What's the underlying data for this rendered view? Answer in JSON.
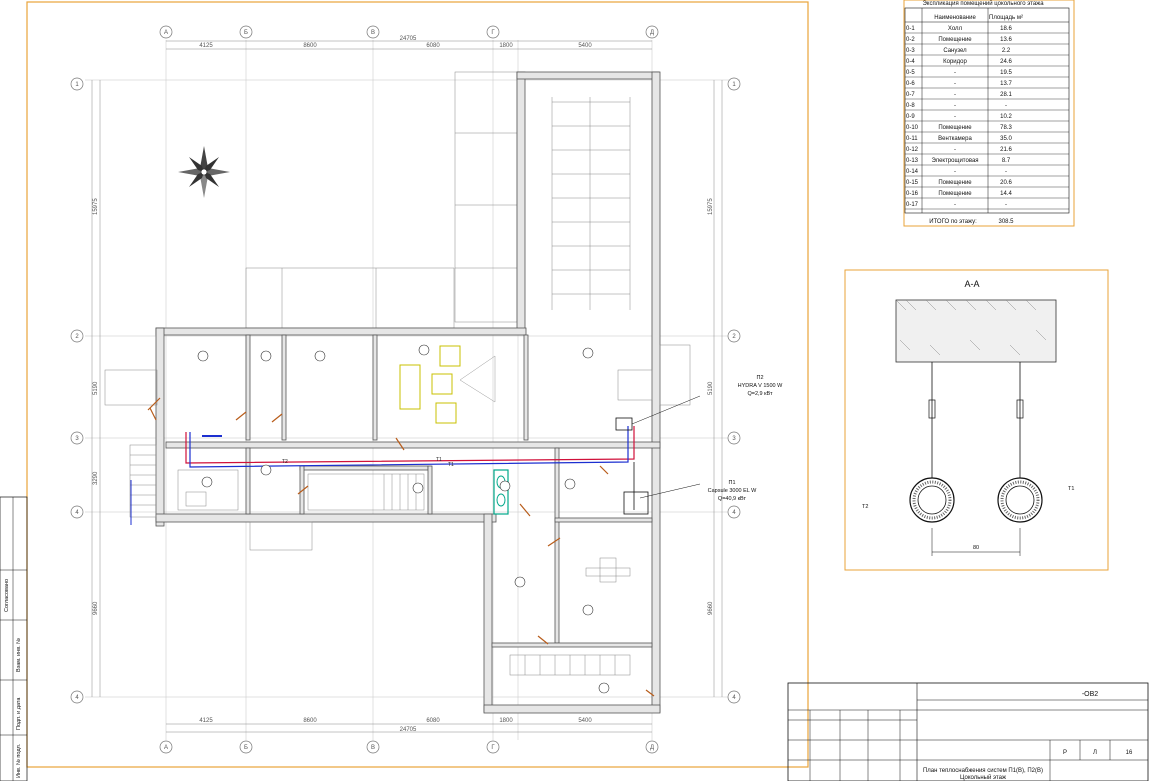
{
  "grid_axes": {
    "letters": [
      "А",
      "Б",
      "В",
      "Г",
      "Д"
    ],
    "numbers": [
      "1",
      "2",
      "3",
      "4"
    ]
  },
  "dimensions": {
    "top": [
      "4125",
      "8600",
      "24705",
      "6080",
      "1800",
      "5400"
    ],
    "bottom": [
      "4125",
      "8600",
      "24705",
      "6080",
      "1800",
      "5400"
    ],
    "left": [
      "15975",
      "5190",
      "3290",
      "9660"
    ],
    "right": [
      "15975",
      "5190",
      "9660"
    ]
  },
  "equipment": {
    "p2_tag": "П2",
    "p2_model": "HYDRA V 1500 W",
    "p2_power": "Q=2,9 кВт",
    "p1_tag": "П1",
    "p1_model": "Capsule 3000 EL W",
    "p1_power": "Q=40,9 кВт",
    "t1": "Т1",
    "t2": "Т2"
  },
  "explication": {
    "title": "Экспликация помещений цокольного этажа",
    "col_name": "Наименование",
    "col_area": "Площадь м²",
    "rows": [
      {
        "num": "0-1",
        "name": "Холл",
        "area": "18.6"
      },
      {
        "num": "0-2",
        "name": "Помещение",
        "area": "13.6"
      },
      {
        "num": "0-3",
        "name": "Санузел",
        "area": "2.2"
      },
      {
        "num": "0-4",
        "name": "Коридор",
        "area": "24.6"
      },
      {
        "num": "0-5",
        "name": "-",
        "area": "19.5"
      },
      {
        "num": "0-6",
        "name": "-",
        "area": "13.7"
      },
      {
        "num": "0-7",
        "name": "-",
        "area": "28.1"
      },
      {
        "num": "0-8",
        "name": "-",
        "area": "-"
      },
      {
        "num": "0-9",
        "name": "-",
        "area": "10.2"
      },
      {
        "num": "0-10",
        "name": "Помещение",
        "area": "78.3"
      },
      {
        "num": "0-11",
        "name": "Венткамера",
        "area": "35.0"
      },
      {
        "num": "0-12",
        "name": "-",
        "area": "21.6"
      },
      {
        "num": "0-13",
        "name": "Электрощитовая",
        "area": "8.7"
      },
      {
        "num": "0-14",
        "name": "-",
        "area": "-"
      },
      {
        "num": "0-15",
        "name": "Помещение",
        "area": "20.6"
      },
      {
        "num": "0-16",
        "name": "Помещение",
        "area": "14.4"
      },
      {
        "num": "0-17",
        "name": "-",
        "area": "-"
      }
    ],
    "total_label": "ИТОГО по этажу:",
    "total_value": "308.5"
  },
  "section": {
    "title": "А-А",
    "dim": "80",
    "t1": "Т1",
    "t2": "Т2"
  },
  "title_block": {
    "code": "-ОВ2",
    "stage": "Р",
    "sheet": "Л",
    "page": "16",
    "plan_title": "План теплоснабжения систем П1(В), П2(В)",
    "floor": "Цокольный этаж"
  },
  "side_stamps": [
    "Согласовано",
    "Взам. инв. №",
    "Подп. и дата",
    "Инв. № подл."
  ],
  "colors": {
    "frame": "#e8a33a",
    "supply_pipe": "#d0103a",
    "return_pipe": "#1c2fd0",
    "furniture": "#c8c000",
    "plumbing": "#00a88a",
    "door": "#b85c1a"
  }
}
